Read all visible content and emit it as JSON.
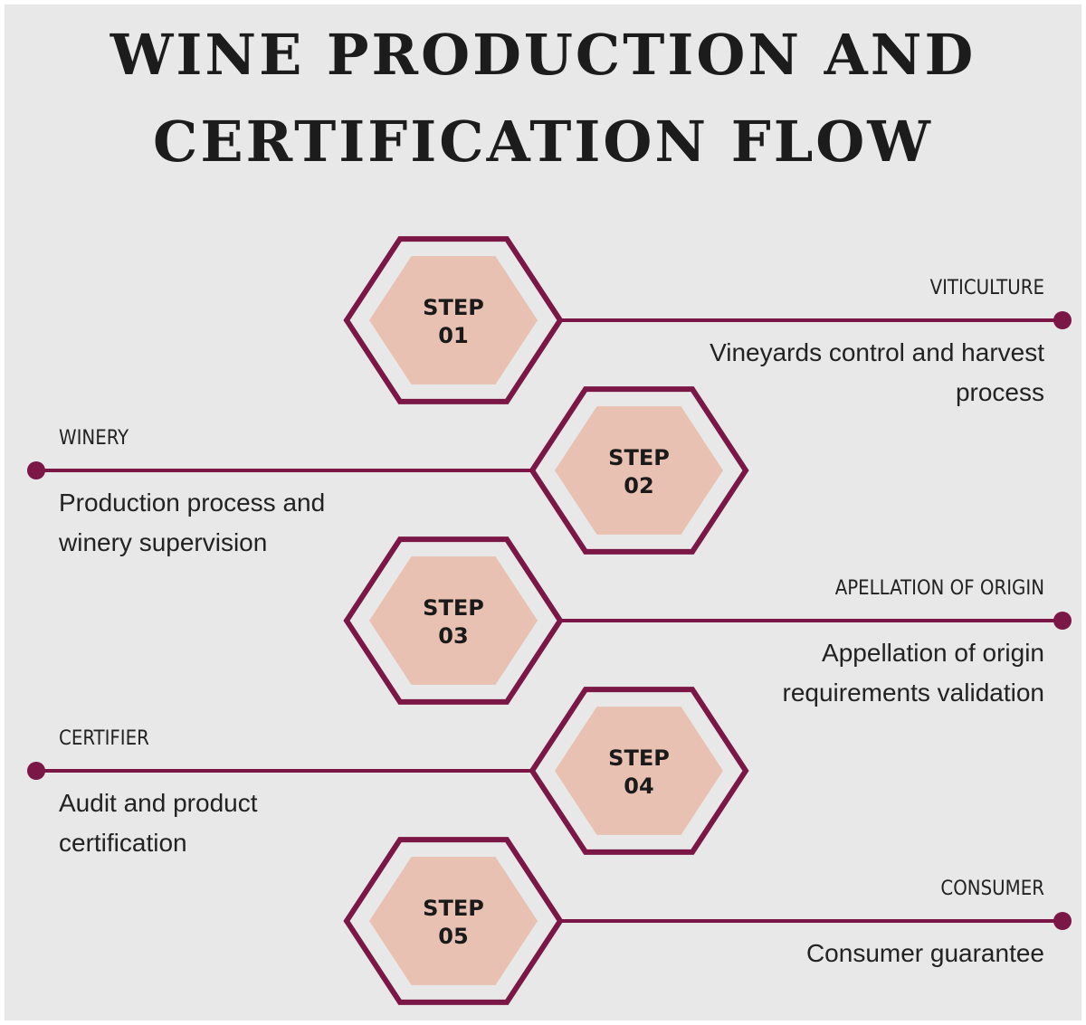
{
  "title": {
    "line1": "WINE PRODUCTION AND",
    "line2": "CERTIFICATION FLOW"
  },
  "colors": {
    "accent": "#7a1746",
    "hex_fill": "#e9c1b3",
    "background": "#e9e8e8"
  },
  "steps": [
    {
      "line1": "STEP",
      "line2": "01",
      "heading": "VITICULTURE",
      "description_line1": "Vineyards control and harvest",
      "description_line2": "process",
      "side": "right"
    },
    {
      "line1": "STEP",
      "line2": "02",
      "heading": "WINERY",
      "description_line1": "Production process and",
      "description_line2": "winery supervision",
      "side": "left"
    },
    {
      "line1": "STEP",
      "line2": "03",
      "heading": "APELLATION OF ORIGIN",
      "description_line1": "Appellation of origin",
      "description_line2": "requirements validation",
      "side": "right"
    },
    {
      "line1": "STEP",
      "line2": "04",
      "heading": "CERTIFIER",
      "description_line1": "Audit and product",
      "description_line2": "certification",
      "side": "left"
    },
    {
      "line1": "STEP",
      "line2": "05",
      "heading": "CONSUMER",
      "description_line1": "Consumer guarantee",
      "description_line2": "",
      "side": "right"
    }
  ]
}
